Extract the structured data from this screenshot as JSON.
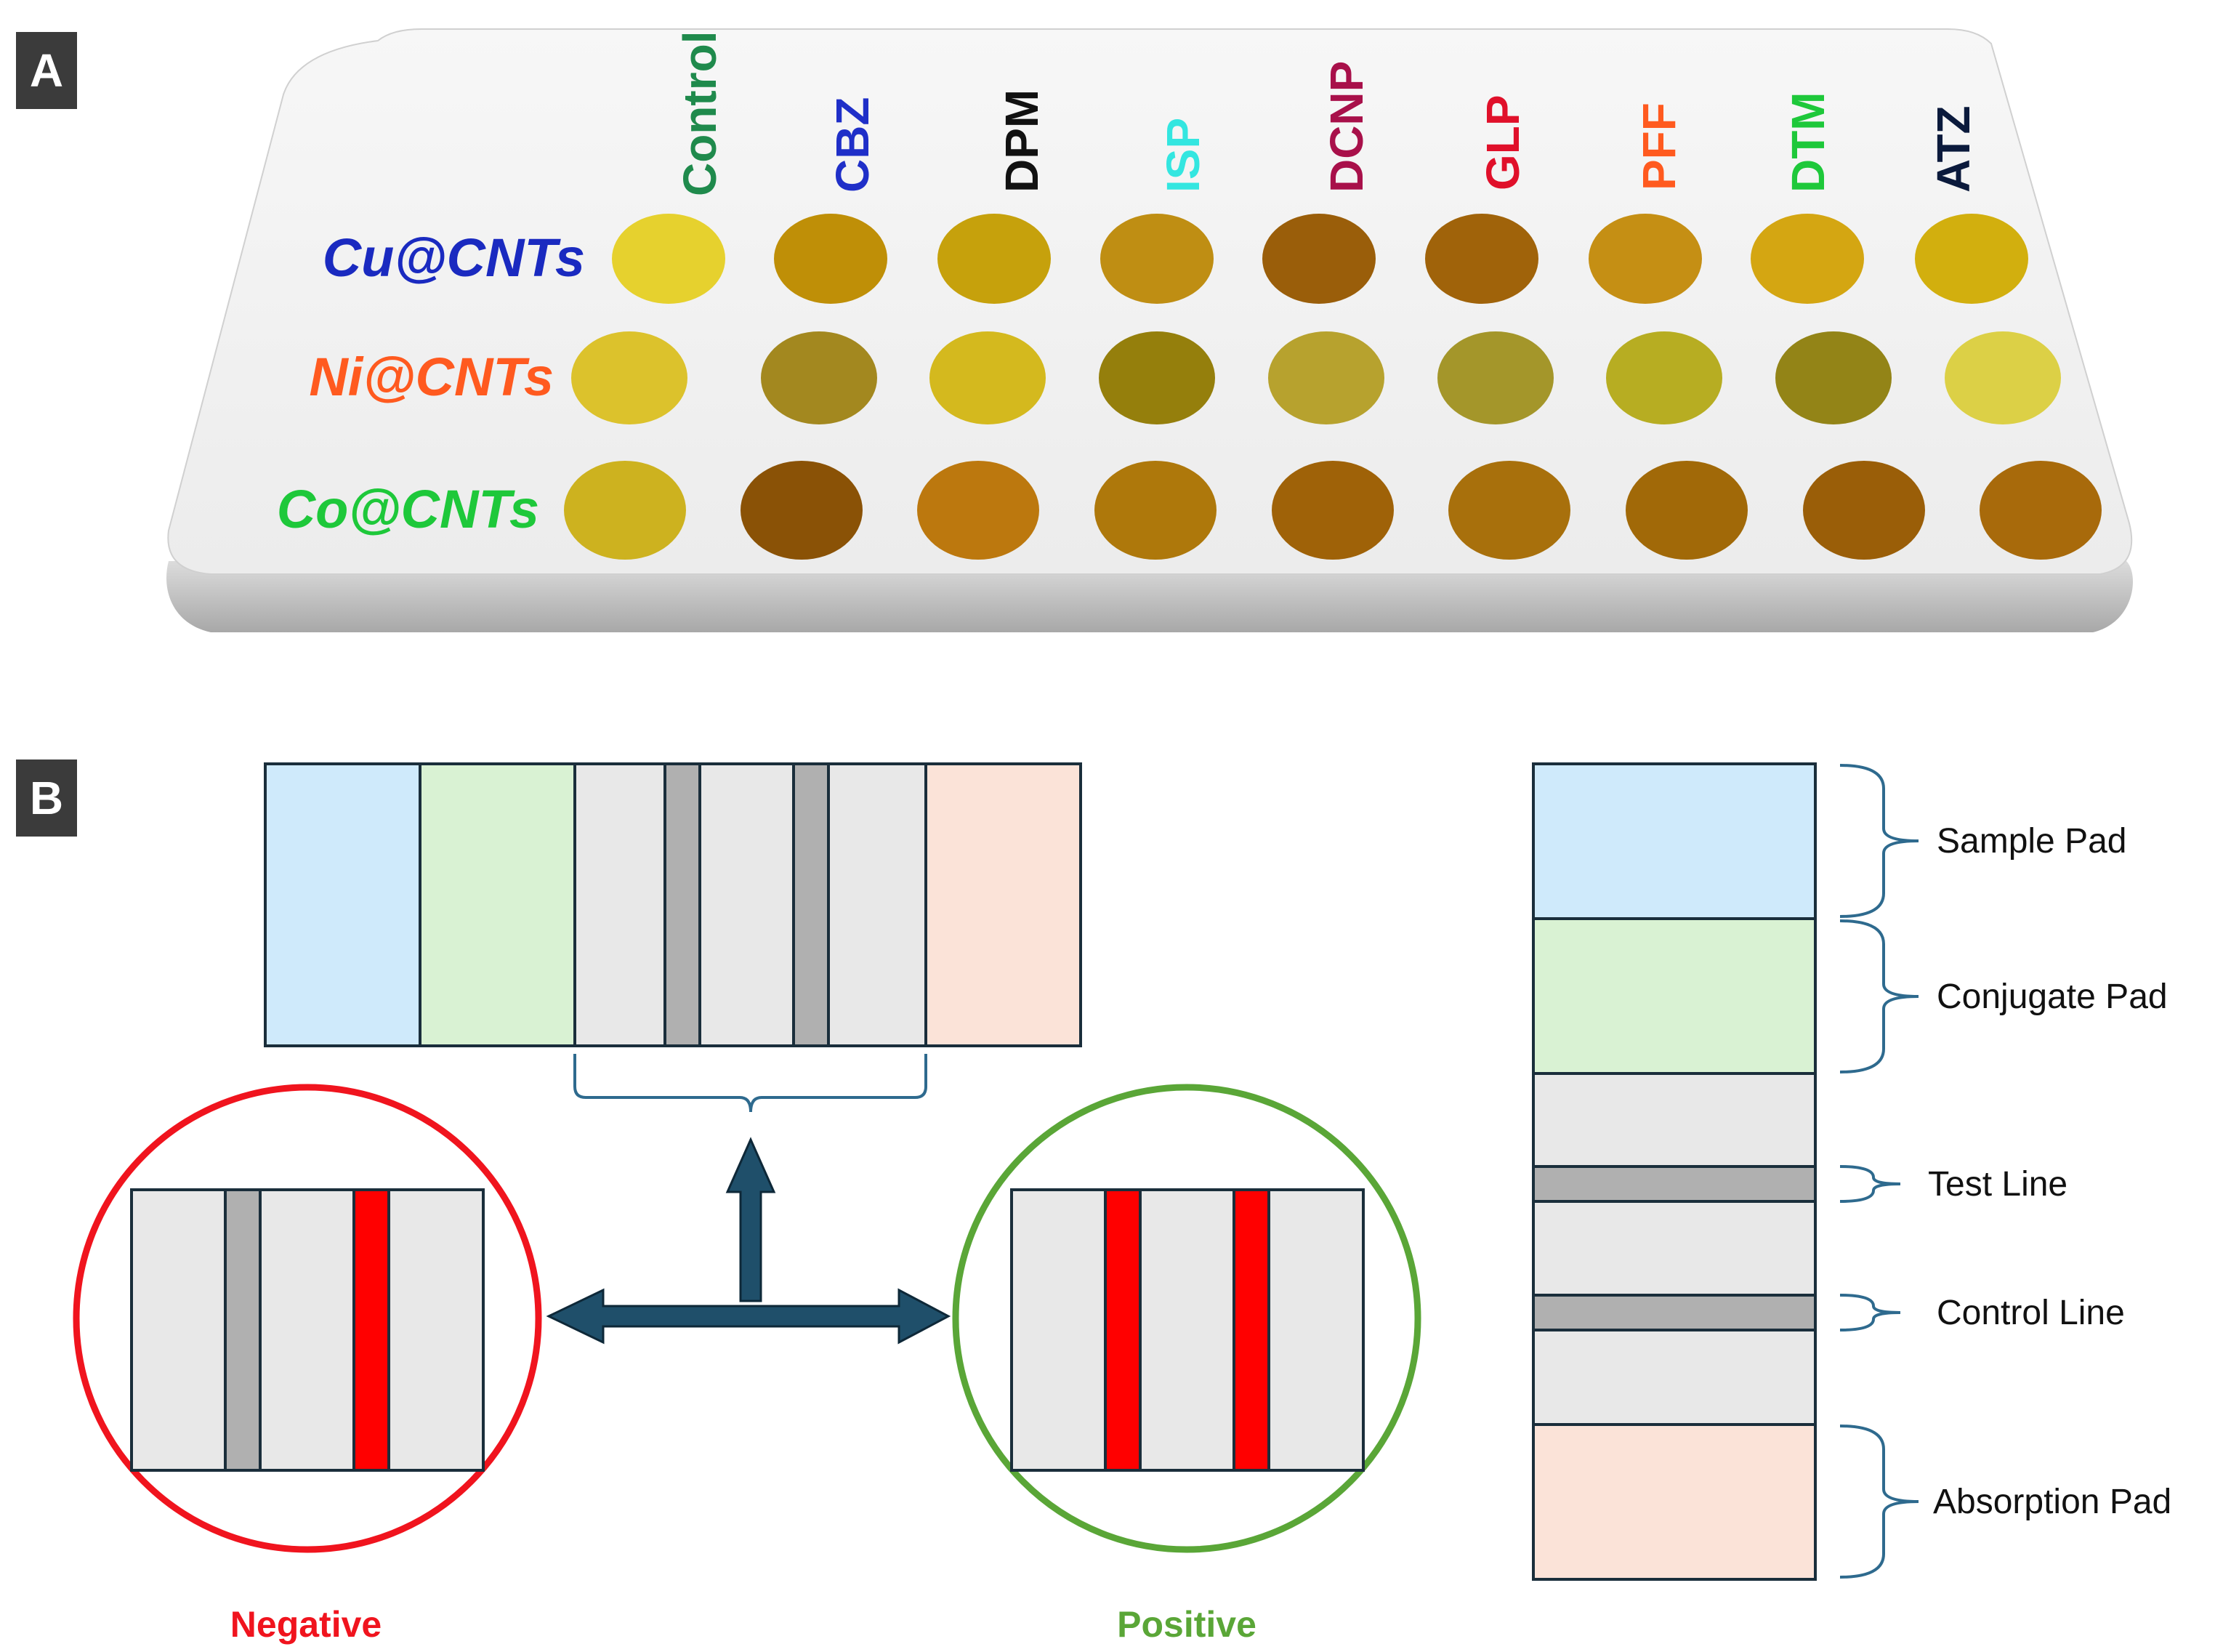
{
  "panel_a": {
    "label": "A",
    "analytes": [
      {
        "name": "Control",
        "color": "#1f8a4c"
      },
      {
        "name": "CBZ",
        "color": "#1f2fc8"
      },
      {
        "name": "DPM",
        "color": "#111111"
      },
      {
        "name": "ISP",
        "color": "#33e6e0"
      },
      {
        "name": "DCNP",
        "color": "#a8104a"
      },
      {
        "name": "GLP",
        "color": "#e0102a"
      },
      {
        "name": "PFF",
        "color": "#ff5a1f"
      },
      {
        "name": "DTM",
        "color": "#1ec83a"
      },
      {
        "name": "ATZ",
        "color": "#0b1a3c"
      }
    ],
    "rows": [
      {
        "name": "Cu@CNTs",
        "label_color": "#1a2ac0",
        "spot_colors": [
          "#e6d12e",
          "#bf8f07",
          "#c6a10c",
          "#bf8e13",
          "#9a5e0a",
          "#a0630a",
          "#c58f14",
          "#d4a612",
          "#d2af0e"
        ]
      },
      {
        "name": "Ni@CNTs",
        "label_color": "#ff5a1f",
        "spot_colors": [
          "#dcc22c",
          "#a3881f",
          "#d4b91e",
          "#957f0c",
          "#b7a22e",
          "#a4962a",
          "#b7ad22",
          "#938417",
          "#dcd046"
        ]
      },
      {
        "name": "Co@CNTs",
        "label_color": "#1ec83a",
        "spot_colors": [
          "#cdb21f",
          "#8a5206",
          "#bc780e",
          "#ae780b",
          "#9f6208",
          "#a8700c",
          "#a16908",
          "#9a5e08",
          "#a86a0b"
        ]
      }
    ]
  },
  "panel_b": {
    "label": "B",
    "result_negative": "Negative",
    "result_positive": "Positive",
    "strip_labels": [
      "Sample Pad",
      "Conjugate Pad",
      "Test Line",
      "Control Line",
      "Absorption Pad"
    ],
    "colors": {
      "sample_pad": "#cfeafb",
      "conjugate_pad": "#d9f2d3",
      "membrane": "#e8e8e8",
      "line_gray": "#b0b0b0",
      "line_red": "#ff0000",
      "absorption_pad": "#fbe3d8",
      "outline": "#1a2e3b",
      "arrow": "#1f4f6a",
      "bracket": "#2e6a8e",
      "negative": "#f0141e",
      "positive": "#5aa637"
    }
  }
}
